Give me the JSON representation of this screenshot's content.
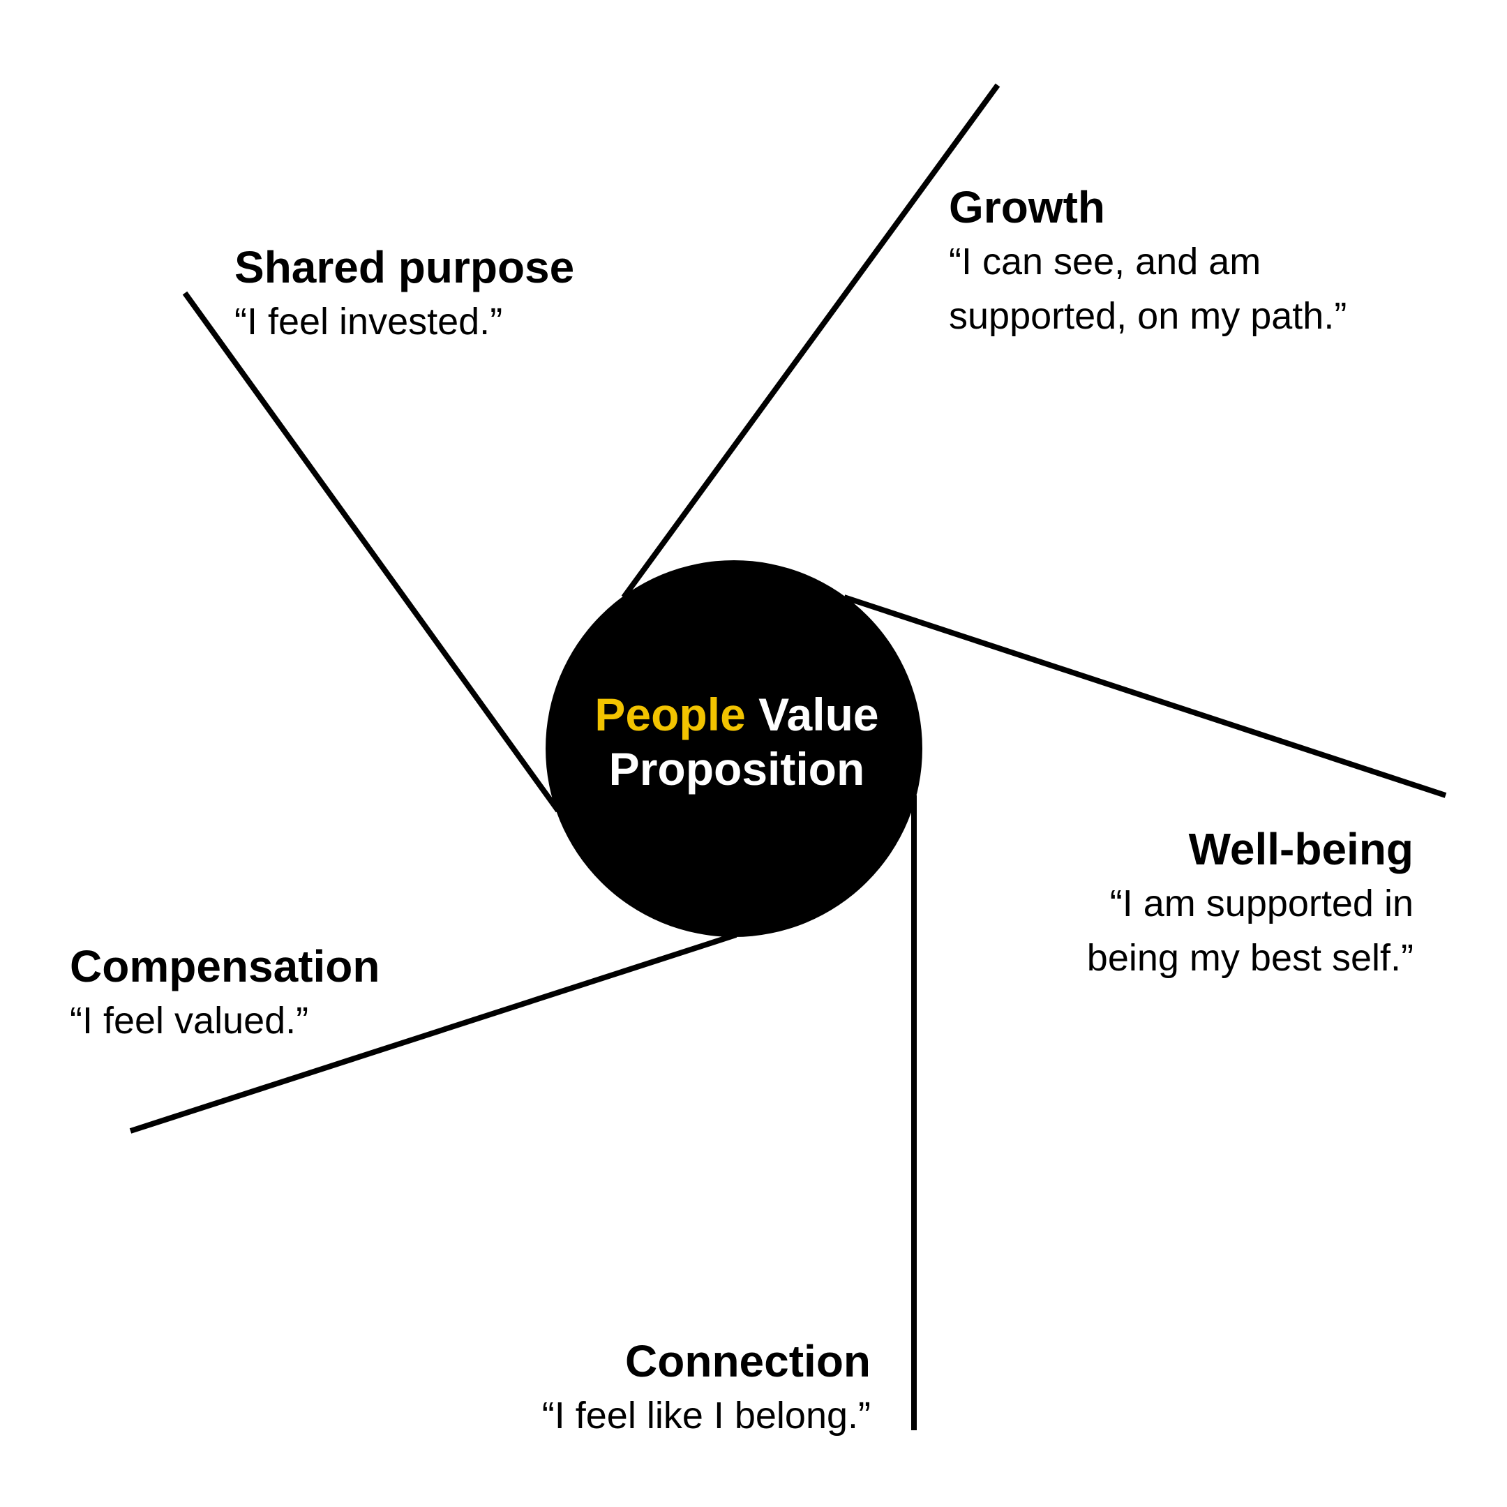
{
  "center": {
    "highlight_word": "People",
    "rest_line1": "Value",
    "line2": "Proposition",
    "highlight_color": "#F2C300",
    "circle_color": "#000000",
    "text_color": "#FFFFFF"
  },
  "pillars": [
    {
      "id": "shared-purpose",
      "title": "Shared purpose",
      "quote_lines": [
        "“I feel invested.”"
      ]
    },
    {
      "id": "growth",
      "title": "Growth",
      "quote_lines": [
        "“I can see, and am",
        "supported, on my path.”"
      ]
    },
    {
      "id": "well-being",
      "title": "Well-being",
      "quote_lines": [
        "“I am supported in",
        "being my best self.”"
      ]
    },
    {
      "id": "compensation",
      "title": "Compensation",
      "quote_lines": [
        "“I feel valued.”"
      ]
    },
    {
      "id": "connection",
      "title": "Connection",
      "quote_lines": [
        "“I feel like I belong.”"
      ]
    }
  ]
}
